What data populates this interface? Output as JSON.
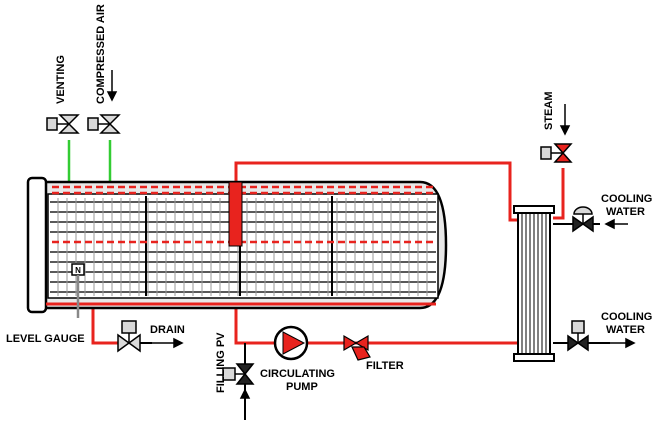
{
  "labels": {
    "venting": "VENTING",
    "compressed_air": "COMPRESSED AIR",
    "steam": "STEAM",
    "cooling_water_in_1": "COOLING",
    "cooling_water_in_2": "WATER",
    "cooling_water_out_1": "COOLING",
    "cooling_water_out_2": "WATER",
    "level_gauge": "LEVEL GAUGE",
    "drain": "DRAIN",
    "filling_pv": "FILLING PV",
    "circulating_pump_1": "CIRCULATING",
    "circulating_pump_2": "PUMP",
    "filter": "FILTER",
    "level_marker": "N"
  },
  "colors": {
    "process_line": "#e8231e",
    "air_line": "#33cc33",
    "valve_red": "#e8231e",
    "valve_gray": "#d9d9d9",
    "vessel_gray": "#e0e0e0",
    "outline": "#000000"
  },
  "icons": {
    "valve": "gate-valve-icon",
    "pump": "circulating-pump-icon",
    "filter": "filter-icon",
    "heat_exchanger": "heat-exchanger-icon"
  }
}
